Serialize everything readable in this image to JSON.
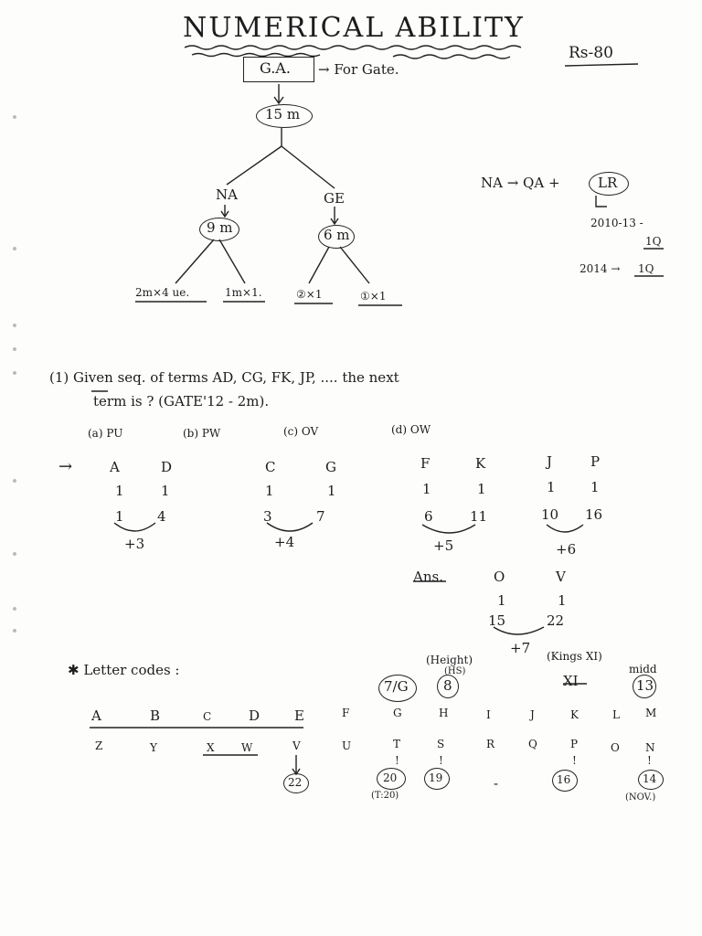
{
  "title": "NUMERICAL ABILITY",
  "price": "Rs-80",
  "ga": {
    "label": "G.A.",
    "arrow_note": "→ For Gate."
  },
  "tree": {
    "root": "15 m",
    "na": {
      "label": "NA",
      "marks": "9 m",
      "left": "2m×4 ue.",
      "right": "1m×1."
    },
    "ge": {
      "label": "GE",
      "marks": "6 m",
      "left": "②×1",
      "right": "①×1"
    }
  },
  "side": {
    "formula_na": "NA → QA +",
    "formula_lr": "LR",
    "hook": "↳",
    "y1": "2010-13 -",
    "y1v": "1Q",
    "y2": "2014 →",
    "y2v": "1Q"
  },
  "question": {
    "line1": "(1) Given seq. of terms   AD, CG, FK, JP, ....  the next",
    "line2": "term is ?  (GATE'12 - 2m).",
    "opt_a": "(a) PU",
    "opt_b": "(b) PW",
    "opt_c": "(c) OV",
    "opt_d": "(d) OW"
  },
  "solution": {
    "arrow": "→",
    "groups": [
      {
        "l1": "A",
        "l2": "D",
        "r1": "1",
        "r2": "1",
        "n1": "1",
        "n2": "4",
        "diff": "+3"
      },
      {
        "l1": "C",
        "l2": "G",
        "r1": "1",
        "r2": "1",
        "n1": "3",
        "n2": "7",
        "diff": "+4"
      },
      {
        "l1": "F",
        "l2": "K",
        "r1": "1",
        "r2": "1",
        "n1": "6",
        "n2": "11",
        "diff": "+5"
      },
      {
        "l1": "J",
        "l2": "P",
        "r1": "1",
        "r2": "1",
        "n1": "10",
        "n2": "16",
        "diff": "+6"
      }
    ],
    "ans_label": "Ans.",
    "ans": {
      "l1": "O",
      "l2": "V",
      "r1": "1",
      "r2": "1",
      "n1": "15",
      "n2": "22",
      "diff": "+7"
    }
  },
  "codes": {
    "heading": "✱  Letter codes :",
    "row1": [
      "A",
      "B",
      "C",
      "D",
      "E",
      "F",
      "G",
      "H",
      "I",
      "J",
      "K",
      "L",
      "M"
    ],
    "row2": [
      "Z",
      "Y",
      "X",
      "W",
      "V",
      "U",
      "T",
      "S",
      "R",
      "Q",
      "P",
      "O",
      "N"
    ],
    "height": "(Height)",
    "hs": "(HS)",
    "kings": "(Kings XI)",
    "midd": "midd",
    "c7g": "7/G",
    "c8": "8",
    "xi": "XI",
    "c13": "13",
    "c22": "22",
    "c20": "20",
    "t20": "(T:20)",
    "c19": "19",
    "dash": "-",
    "c16": "16",
    "c14": "14",
    "nov": "(NOV.)"
  }
}
